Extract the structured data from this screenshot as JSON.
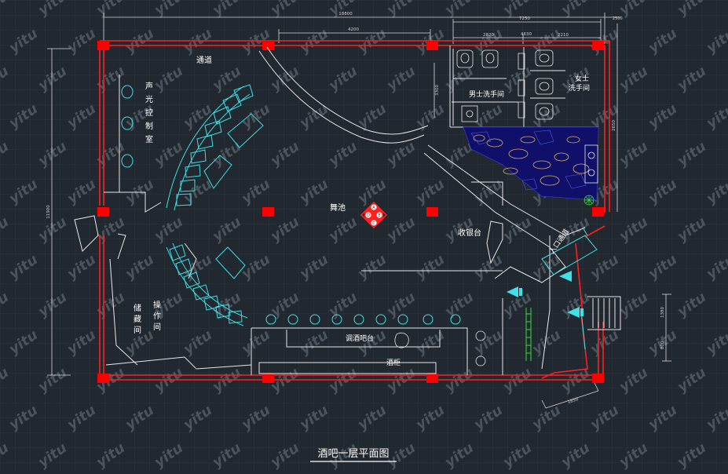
{
  "drawing": {
    "title": "酒吧一层平面图",
    "watermark": "yitu",
    "colors": {
      "background": "#212830",
      "grid": "#2a323b",
      "wall_red": "#ff2020",
      "column_red": "#ff0000",
      "line_white": "#e8e8e8",
      "furniture_cyan": "#3fe0e6",
      "furniture_green": "#35e035",
      "floor_blue": "#10106a",
      "stone_yellow": "#d9b060"
    }
  },
  "dimensions": {
    "overall_width": "18800",
    "sub_left": "4200",
    "restroom_total": "7250",
    "restroom_left": "2820",
    "restroom_right": "2210",
    "right_top": "4630",
    "left_height": "11900",
    "right_short_a": "2650",
    "right_short_b": "1380",
    "right_short_c": "800",
    "bottom_diag": "1850",
    "room_mid_dim": "3300"
  },
  "labels": {
    "corridor": "通道",
    "av_control_room": "声光控制室",
    "storage_room": "储藏间",
    "operation_room": "操作间",
    "dance_pool": "舞池",
    "cashier": "收银台",
    "mens_restroom": "男士洗手间",
    "womens_restroom": [
      "女士",
      "洗手间"
    ],
    "bar_counter": "调酒吧台",
    "wine_cabinet": "酒柜",
    "entrance_corridor": "入口通道",
    "stage_marks": [
      "A",
      "B",
      "C",
      "D"
    ]
  }
}
